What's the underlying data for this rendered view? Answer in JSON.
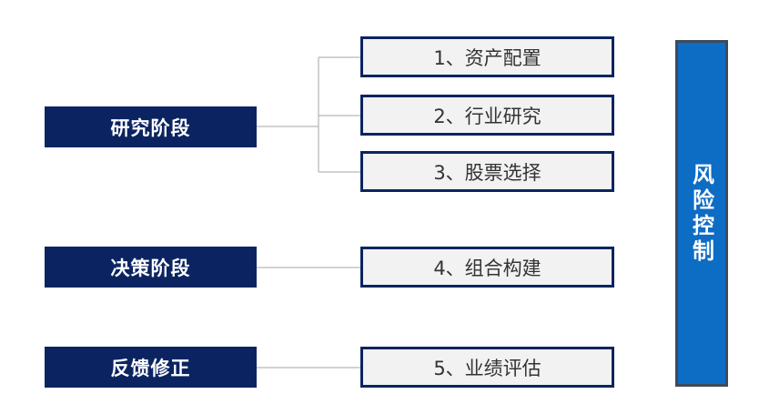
{
  "phases": [
    {
      "label": "研究阶段"
    },
    {
      "label": "决策阶段"
    },
    {
      "label": "反馈修正"
    }
  ],
  "steps": [
    {
      "label": "1、资产配置"
    },
    {
      "label": "2、行业研究"
    },
    {
      "label": "3、股票选择"
    },
    {
      "label": "4、组合构建"
    },
    {
      "label": "5、业绩评估"
    }
  ],
  "risk": {
    "label": "风险控制"
  },
  "colors": {
    "phase_fill": "#0b2461",
    "step_border": "#0b2461",
    "step_fill": "#f2f2f2",
    "risk_fill": "#0d6cc4",
    "connector": "#a6a6a6"
  }
}
